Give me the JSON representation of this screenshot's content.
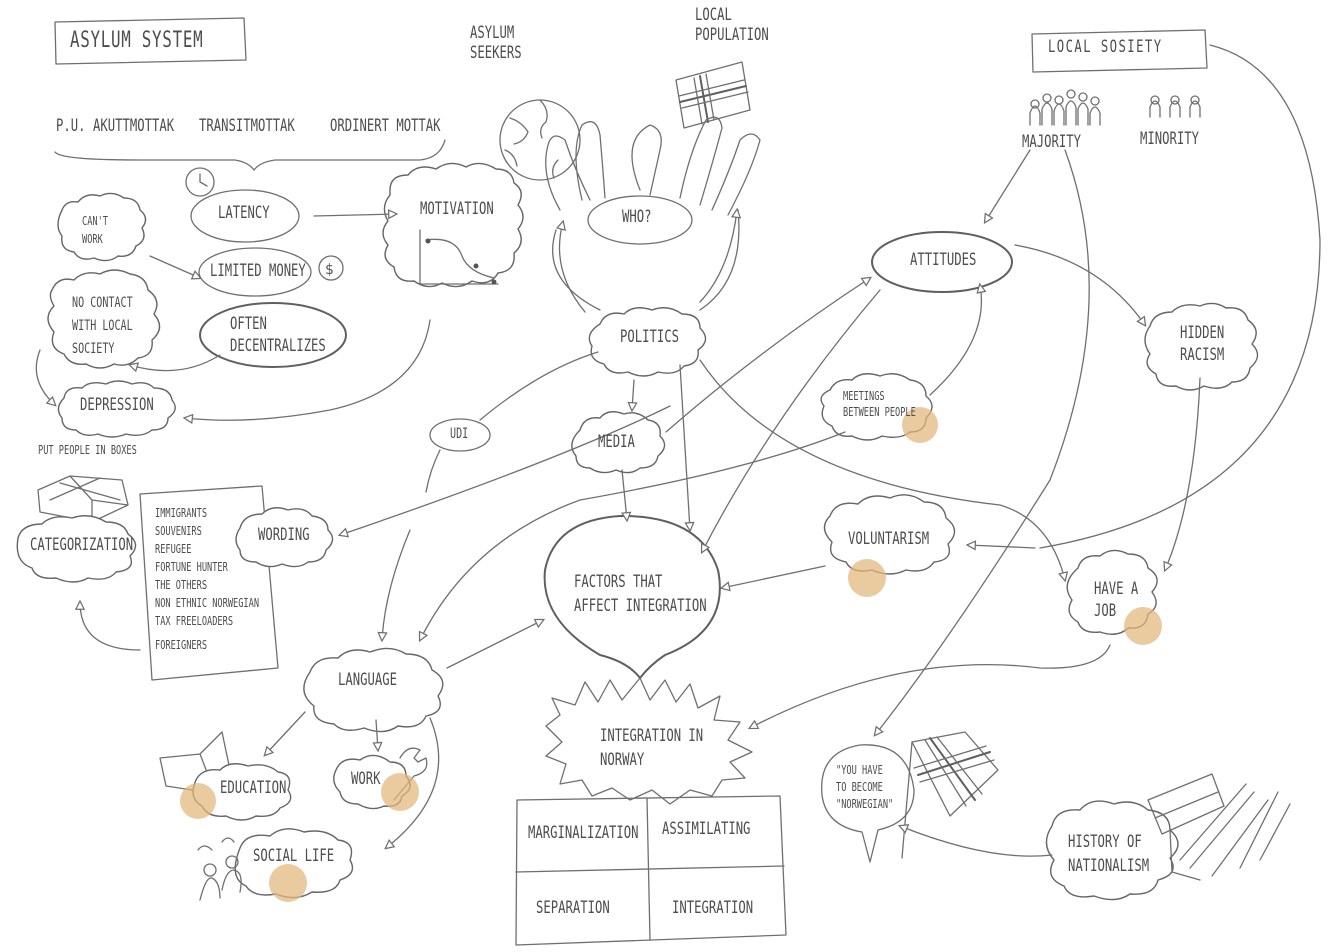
{
  "top": {
    "asylum_system": "Asylum System",
    "asylum_seekers": "Asylum\nSeekers",
    "local_population": "Local\nPopulation",
    "local_society": "Local Sosiety",
    "majority": "Majority",
    "minority": "Minority"
  },
  "stages": [
    "P.U.",
    "Akuttmottak",
    "Transitmottak",
    "Ordinert Mottak"
  ],
  "asylum_effects": {
    "latency": "Latency",
    "motivation": "Motivation",
    "cant_work": "Can't\nwork",
    "limited_money": "Limited Money",
    "no_contact": "No contact\nwith local\nsociety",
    "often_decentralizes": "Often\nDecentralizes",
    "depression": "Depression"
  },
  "center": {
    "who": "Who?",
    "politics": "Politics",
    "udi": "UDI",
    "media": "Media",
    "attitudes": "Attitudes",
    "meetings": "Meetings\nbetween people",
    "hidden_racism": "Hidden\nRacism",
    "voluntarism": "Voluntarism",
    "have_a_job": "Have a\njob",
    "factors": "Factors that\naffect integration",
    "integration_in_norway": "Integration in\nNorway"
  },
  "wording": {
    "put_people_in_boxes": "Put people in boxes",
    "categorization": "Categorization",
    "wording_label": "Wording",
    "terms": [
      "Immigrants",
      "Souvenirs",
      "Refugee",
      "Fortune hunter",
      "The others",
      "Non ethnic Norwegian",
      "Tax freeloaders",
      "Foreigners"
    ]
  },
  "language": {
    "language": "Language",
    "education": "Education",
    "work": "Work",
    "social_life": "Social Life"
  },
  "matrix": {
    "marginalization": "Marginalization",
    "assimilating": "Assimilating",
    "separation": "Separation",
    "integration": "Integration"
  },
  "nationalism": {
    "quote": "\"You have\nto become\n\"Norwegian\"",
    "history": "History of\nNationalism"
  },
  "accent_color": "#e2b77a",
  "ink_color": "#5f5f5f"
}
